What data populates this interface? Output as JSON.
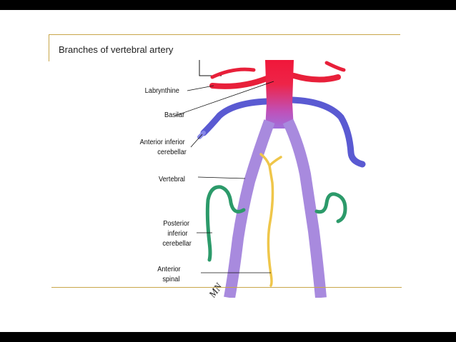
{
  "slide": {
    "title": "Branches of vertebral artery"
  },
  "diagram": {
    "labels": {
      "labyrinthine": "Labrynthine",
      "basilar": "Basilar",
      "aica_1": "Anterior inferior",
      "aica_2": "cerebellar",
      "vertebral": "Vertebral",
      "pica_1": "Posterior",
      "pica_2": "inferior",
      "pica_3": "cerebellar",
      "anterior_spinal_1": "Anterior",
      "anterior_spinal_2": "spinal"
    },
    "signature": "MN",
    "colors": {
      "labyrinthine": "#e8203a",
      "basilar_top": "#f0173a",
      "basilar_bottom": "#a070dc",
      "aica": "#5a5ad2",
      "vertebral": "#a88ade",
      "pica": "#2c9a6a",
      "anterior_spinal": "#efc64a"
    }
  }
}
